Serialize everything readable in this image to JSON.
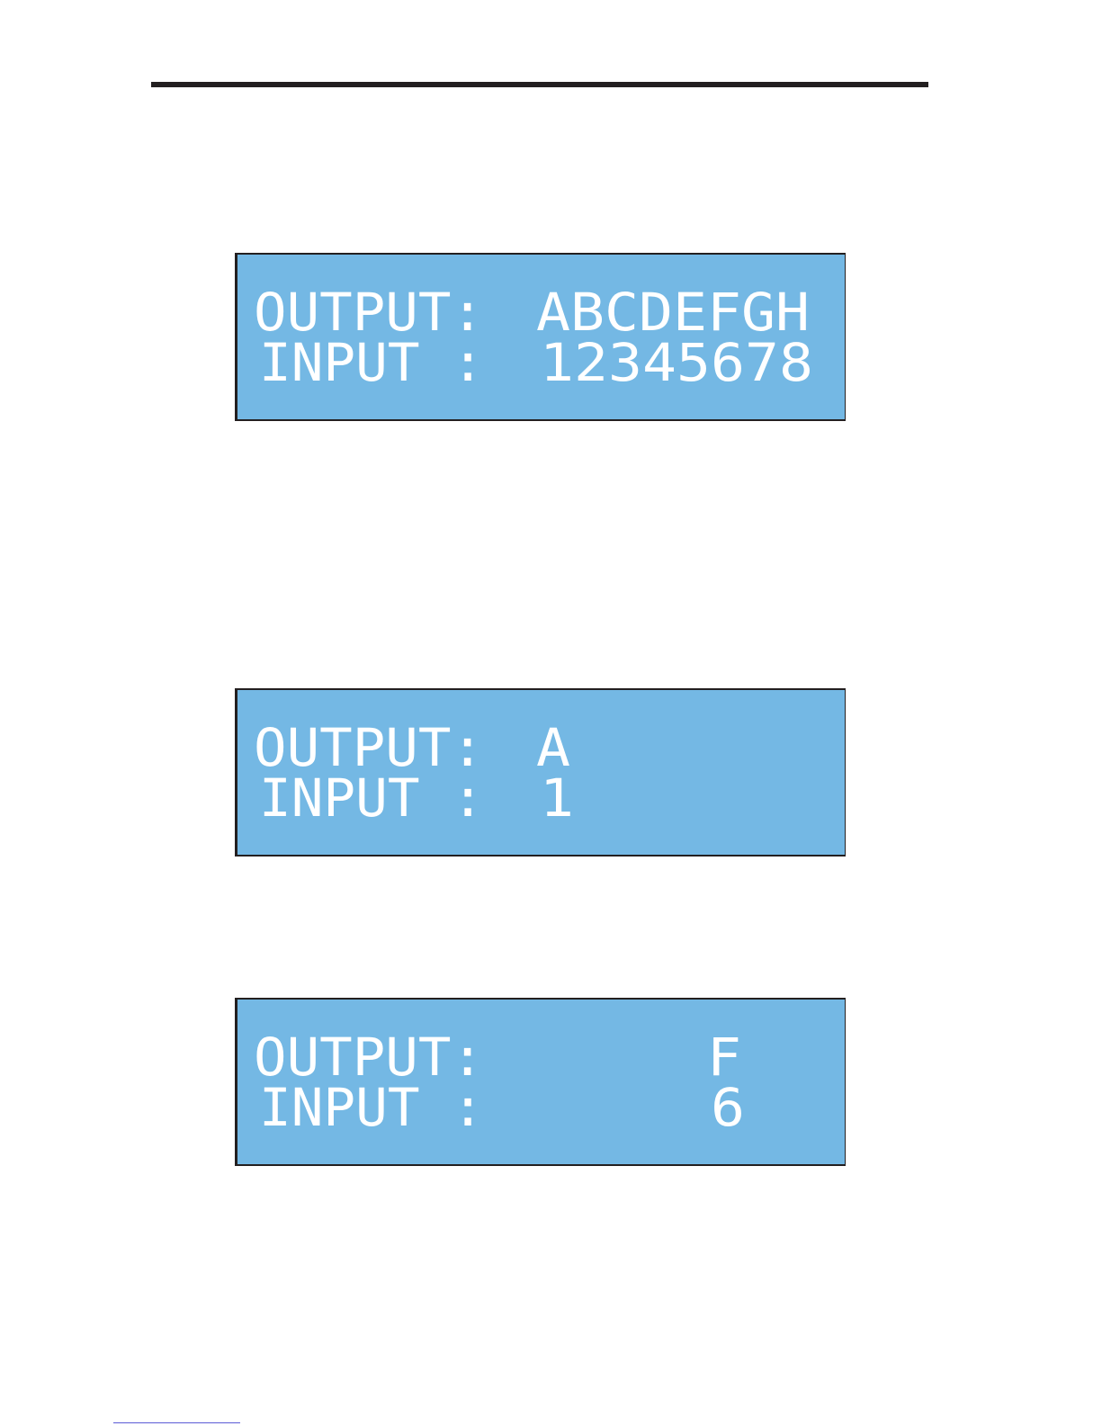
{
  "colors": {
    "lcd_background": "#74b8e4",
    "lcd_text": "#ffffff",
    "rule": "#231f20",
    "bottom_link_rule": "#5b5bd6"
  },
  "displays": [
    {
      "output_label": "OUTPUT:",
      "output_value": "ABCDEFGH",
      "input_label": "INPUT :",
      "input_value": "12345678",
      "value_column": 0
    },
    {
      "output_label": "OUTPUT:",
      "output_value": "A",
      "input_label": "INPUT :",
      "input_value": "1",
      "value_column": 0
    },
    {
      "output_label": "OUTPUT:",
      "output_value": "F",
      "input_label": "INPUT :",
      "input_value": "6",
      "value_column": 5
    }
  ]
}
